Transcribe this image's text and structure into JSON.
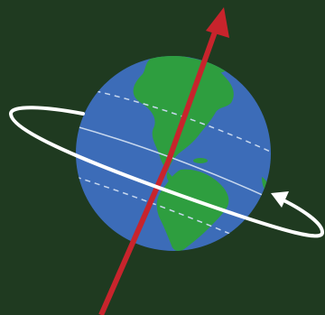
{
  "scene": {
    "background_color": "#1f3a20",
    "globe": {
      "ocean_color": "#3c6cb8",
      "land_color": "#2e9e3f",
      "equator_line": "solid",
      "tropic_lines": "dashed",
      "grid_color": "#c8d8ee"
    },
    "rotation_axis": {
      "color": "#c8242c",
      "direction": "up-right",
      "tilted": true
    },
    "rotation_path": {
      "color": "#ffffff",
      "shape": "ellipse",
      "direction": "counter-clockwise",
      "arrow_icon": "curved-arrow-icon"
    }
  }
}
